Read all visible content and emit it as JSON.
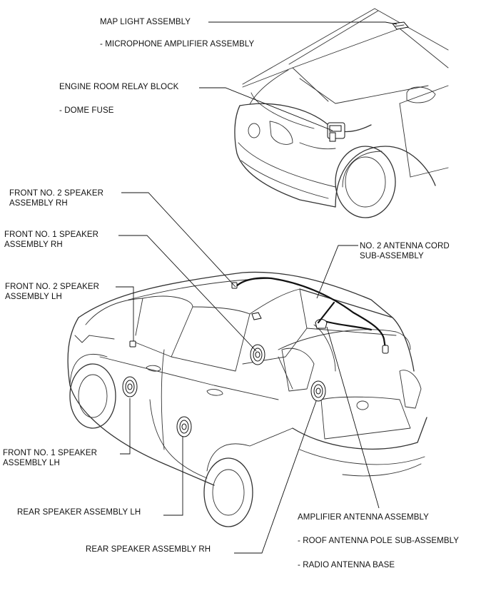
{
  "labels": {
    "map_light": "MAP LIGHT ASSEMBLY",
    "mic_amp": "- MICROPHONE AMPLIFIER ASSEMBLY",
    "engine_relay": "ENGINE ROOM RELAY BLOCK",
    "dome_fuse": "- DOME FUSE",
    "front2_rh_1": "FRONT NO. 2 SPEAKER",
    "front2_rh_2": "ASSEMBLY RH",
    "front1_rh_1": "FRONT NO. 1 SPEAKER",
    "front1_rh_2": "ASSEMBLY RH",
    "front2_lh_1": "FRONT NO. 2 SPEAKER",
    "front2_lh_2": "ASSEMBLY LH",
    "front1_lh_1": "FRONT NO. 1 SPEAKER",
    "front1_lh_2": "ASSEMBLY LH",
    "rear_lh": "REAR SPEAKER ASSEMBLY LH",
    "rear_rh": "REAR SPEAKER ASSEMBLY RH",
    "antenna_cord_1": "NO. 2 ANTENNA CORD",
    "antenna_cord_2": "SUB-ASSEMBLY",
    "amp_antenna": "AMPLIFIER ANTENNA ASSEMBLY",
    "roof_pole": "- ROOF ANTENNA POLE SUB-ASSEMBLY",
    "radio_base": "- RADIO ANTENNA BASE"
  }
}
